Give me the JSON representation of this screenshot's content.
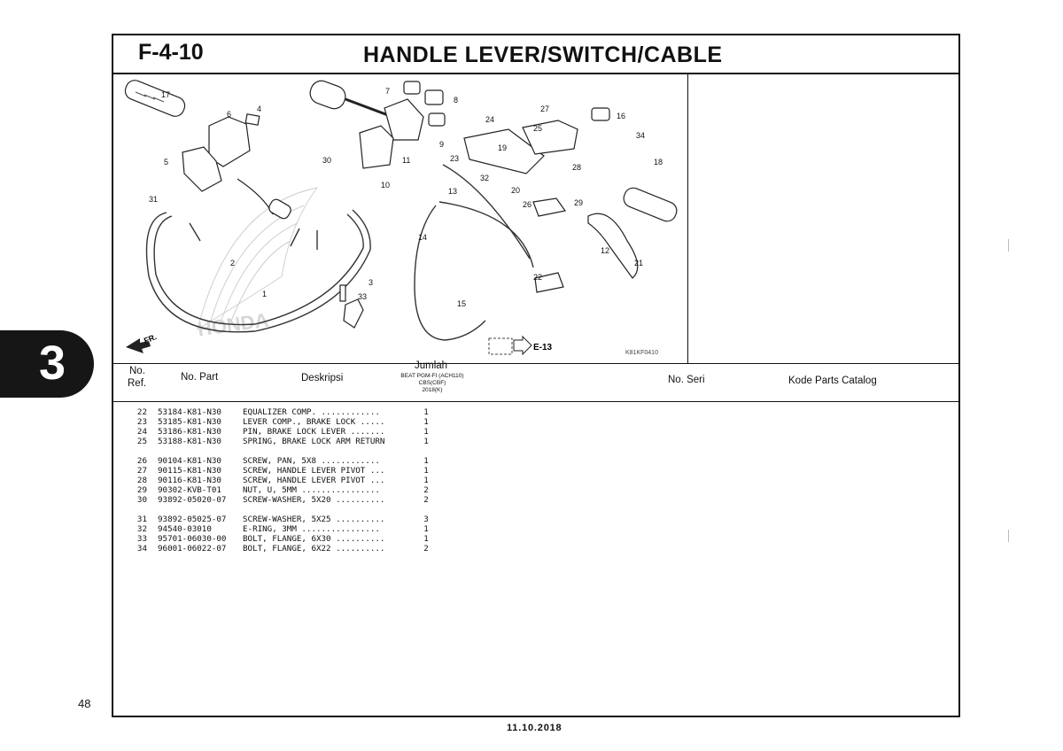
{
  "section": {
    "code": "F-4-10",
    "title": "HANDLE LEVER/SWITCH/CABLE",
    "tab_number": "3"
  },
  "illustration": {
    "callouts": [
      "1",
      "2",
      "3",
      "4",
      "5",
      "6",
      "7",
      "8",
      "9",
      "10",
      "11",
      "12",
      "13",
      "14",
      "15",
      "16",
      "17",
      "18",
      "19",
      "20",
      "21",
      "22",
      "23",
      "24",
      "25",
      "26",
      "27",
      "28",
      "29",
      "30",
      "31",
      "32",
      "33",
      "34"
    ],
    "watermark": "HONDA",
    "direction": "FR.",
    "reference": "E-13",
    "figure_code": "K81KF0410"
  },
  "table": {
    "headers": {
      "no_ref_1": "No.",
      "no_ref_2": "Ref.",
      "no_part": "No. Part",
      "deskripsi": "Deskripsi",
      "jumlah": "Jumlah",
      "model_1": "BEAT PGM-FI (ACH110)",
      "model_2": "CBS(CBF)",
      "model_3": "2018(K)",
      "no_seri": "No. Seri",
      "kode": "Kode Parts Catalog"
    },
    "rows": [
      {
        "ref": "22",
        "part": "53184-K81-N30",
        "desc": "EQUALIZER COMP. ............",
        "qty": "1"
      },
      {
        "ref": "23",
        "part": "53185-K81-N30",
        "desc": "LEVER COMP., BRAKE LOCK .....",
        "qty": "1"
      },
      {
        "ref": "24",
        "part": "53186-K81-N30",
        "desc": "PIN, BRAKE LOCK LEVER .......",
        "qty": "1"
      },
      {
        "ref": "25",
        "part": "53188-K81-N30",
        "desc": "SPRING, BRAKE LOCK ARM RETURN",
        "qty": "1"
      },
      {
        "ref": "26",
        "part": "90104-K81-N30",
        "desc": "SCREW, PAN, 5X8 ............",
        "qty": "1"
      },
      {
        "ref": "27",
        "part": "90115-K81-N30",
        "desc": "SCREW, HANDLE LEVER PIVOT ...",
        "qty": "1"
      },
      {
        "ref": "28",
        "part": "90116-K81-N30",
        "desc": "SCREW, HANDLE LEVER PIVOT ...",
        "qty": "1"
      },
      {
        "ref": "29",
        "part": "90302-KVB-T01",
        "desc": "NUT, U, 5MM ................",
        "qty": "2"
      },
      {
        "ref": "30",
        "part": "93892-05020-07",
        "desc": "SCREW-WASHER, 5X20 ..........",
        "qty": "2"
      },
      {
        "ref": "31",
        "part": "93892-05025-07",
        "desc": "SCREW-WASHER, 5X25 ..........",
        "qty": "3"
      },
      {
        "ref": "32",
        "part": "94540-03010",
        "desc": "E-RING, 3MM ................",
        "qty": "1"
      },
      {
        "ref": "33",
        "part": "95701-06030-00",
        "desc": "BOLT, FLANGE, 6X30 ..........",
        "qty": "1"
      },
      {
        "ref": "34",
        "part": "96001-06022-07",
        "desc": "BOLT, FLANGE, 6X22 ..........",
        "qty": "2"
      }
    ]
  },
  "footer": {
    "page_number": "48",
    "date": "11.10.2018"
  }
}
